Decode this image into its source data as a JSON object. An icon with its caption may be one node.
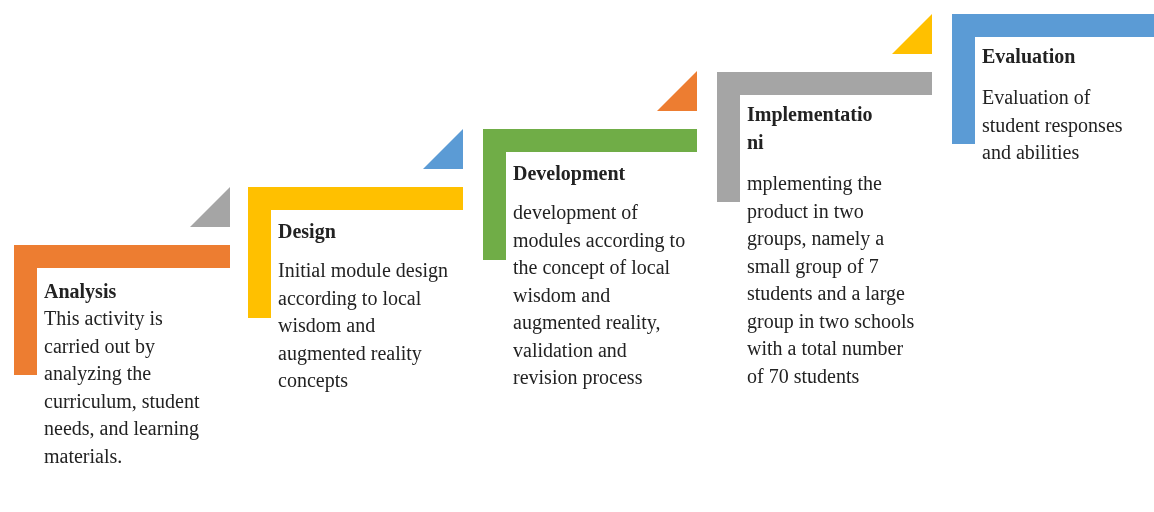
{
  "diagram": {
    "nodes": [
      {
        "text": [
          "Analysis",
          "This activity is carried out by analyzing the curriculum, student needs, and learning materials."
        ]
      },
      {
        "text": [
          "Design",
          "Initial module design according to local wisdom and augmented reality concepts"
        ]
      },
      {
        "text": [
          "Development",
          "development of modules according to the concept of local wisdom and augmented reality, validation and revision process"
        ]
      },
      {
        "text": [
          "Implementatio ni",
          "mplementing the product in two groups, namely a small group of 7 students and a large group in two schools with a total number of 70 students"
        ]
      },
      {
        "text": [
          "Evaluation",
          "Evaluation of student responses and abilities"
        ]
      }
    ]
  }
}
